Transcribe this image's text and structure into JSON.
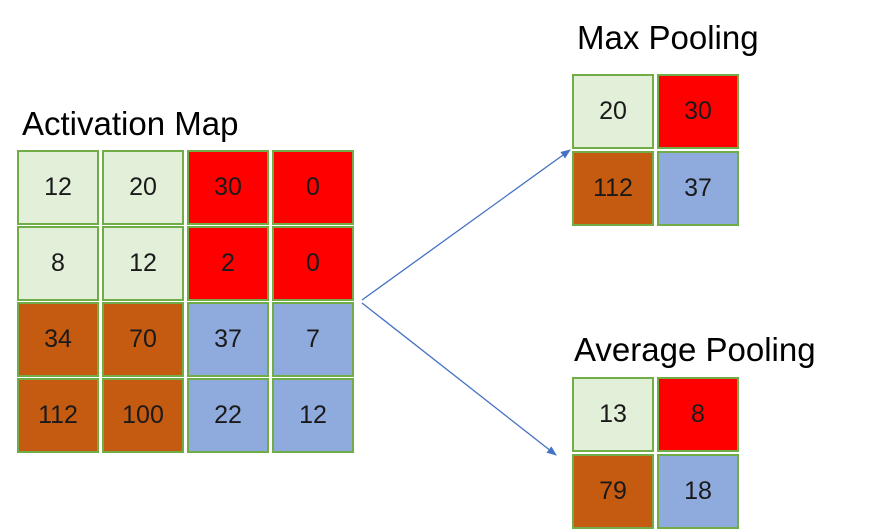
{
  "activation_map": {
    "title": "Activation Map",
    "rows": [
      [
        "12",
        "20",
        "30",
        "0"
      ],
      [
        "8",
        "12",
        "2",
        "0"
      ],
      [
        "34",
        "70",
        "37",
        "7"
      ],
      [
        "112",
        "100",
        "22",
        "12"
      ]
    ]
  },
  "max_pooling": {
    "title": "Max Pooling",
    "rows": [
      [
        "20",
        "30"
      ],
      [
        "112",
        "37"
      ]
    ]
  },
  "average_pooling": {
    "title": "Average Pooling",
    "rows": [
      [
        "13",
        "8"
      ],
      [
        "79",
        "18"
      ]
    ]
  },
  "quadrant_colors": {
    "top_left": "#e2f0d9",
    "top_right": "#ff0000",
    "bottom_left": "#c55a11",
    "bottom_right": "#8faadc",
    "cell_border": "#70ad47",
    "arrow": "#4472c4"
  }
}
